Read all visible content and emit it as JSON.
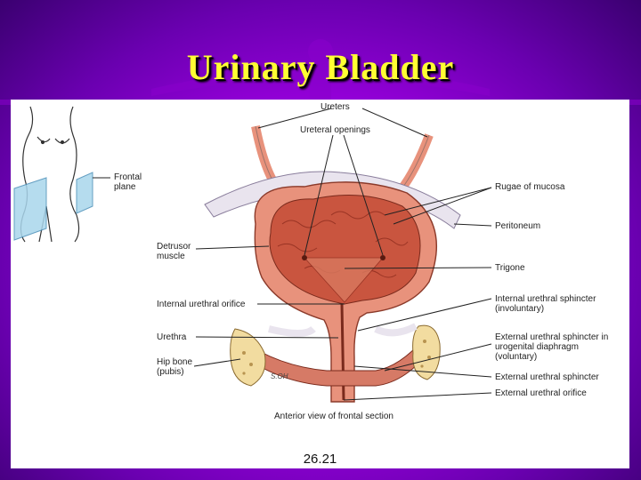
{
  "slide": {
    "title": "Urinary Bladder",
    "figure_number": "26.21",
    "caption": "Anterior view of frontal section",
    "artist_initials": "S.OH"
  },
  "inset": {
    "plane_label": "Frontal\nplane"
  },
  "labels": {
    "ureters": "Ureters",
    "ureteral_openings": "Ureteral openings",
    "rugae": "Rugae of mucosa",
    "peritoneum": "Peritoneum",
    "detrusor": "Detrusor\nmuscle",
    "trigone": "Trigone",
    "internal_orifice": "Internal urethral orifice",
    "internal_sphincter": "Internal urethral sphincter\n(involuntary)",
    "urethra": "Urethra",
    "external_sphincter_diaphragm": "External urethral sphincter in\nurogenital diaphragm\n(voluntary)",
    "hip_bone": "Hip bone\n(pubis)",
    "external_sphincter": "External urethral sphincter",
    "external_orifice": "External urethral orifice"
  },
  "colors": {
    "background": "#a200e6",
    "title": "#ffff33",
    "muscle": "#e8927c",
    "mucosa": "#c9553f",
    "peritoneum": "#e9e4ee",
    "bone": "#f2dca0"
  }
}
